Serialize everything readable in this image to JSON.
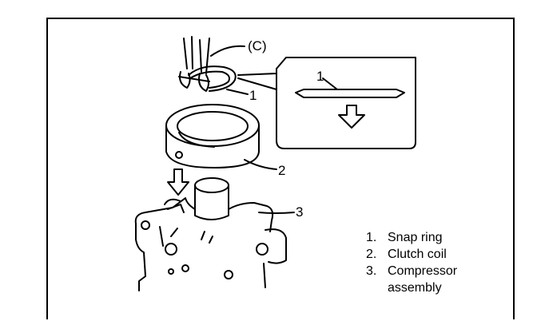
{
  "callouts": {
    "tool": "(C)",
    "snap_ring": "1",
    "detail_snap_ring": "1",
    "clutch_coil": "2",
    "compressor": "3"
  },
  "legend": [
    {
      "num": "1.",
      "text": "Snap ring"
    },
    {
      "num": "2.",
      "text": "Clutch coil"
    },
    {
      "num": "3.",
      "text": "Compressor",
      "text2": "assembly"
    }
  ]
}
